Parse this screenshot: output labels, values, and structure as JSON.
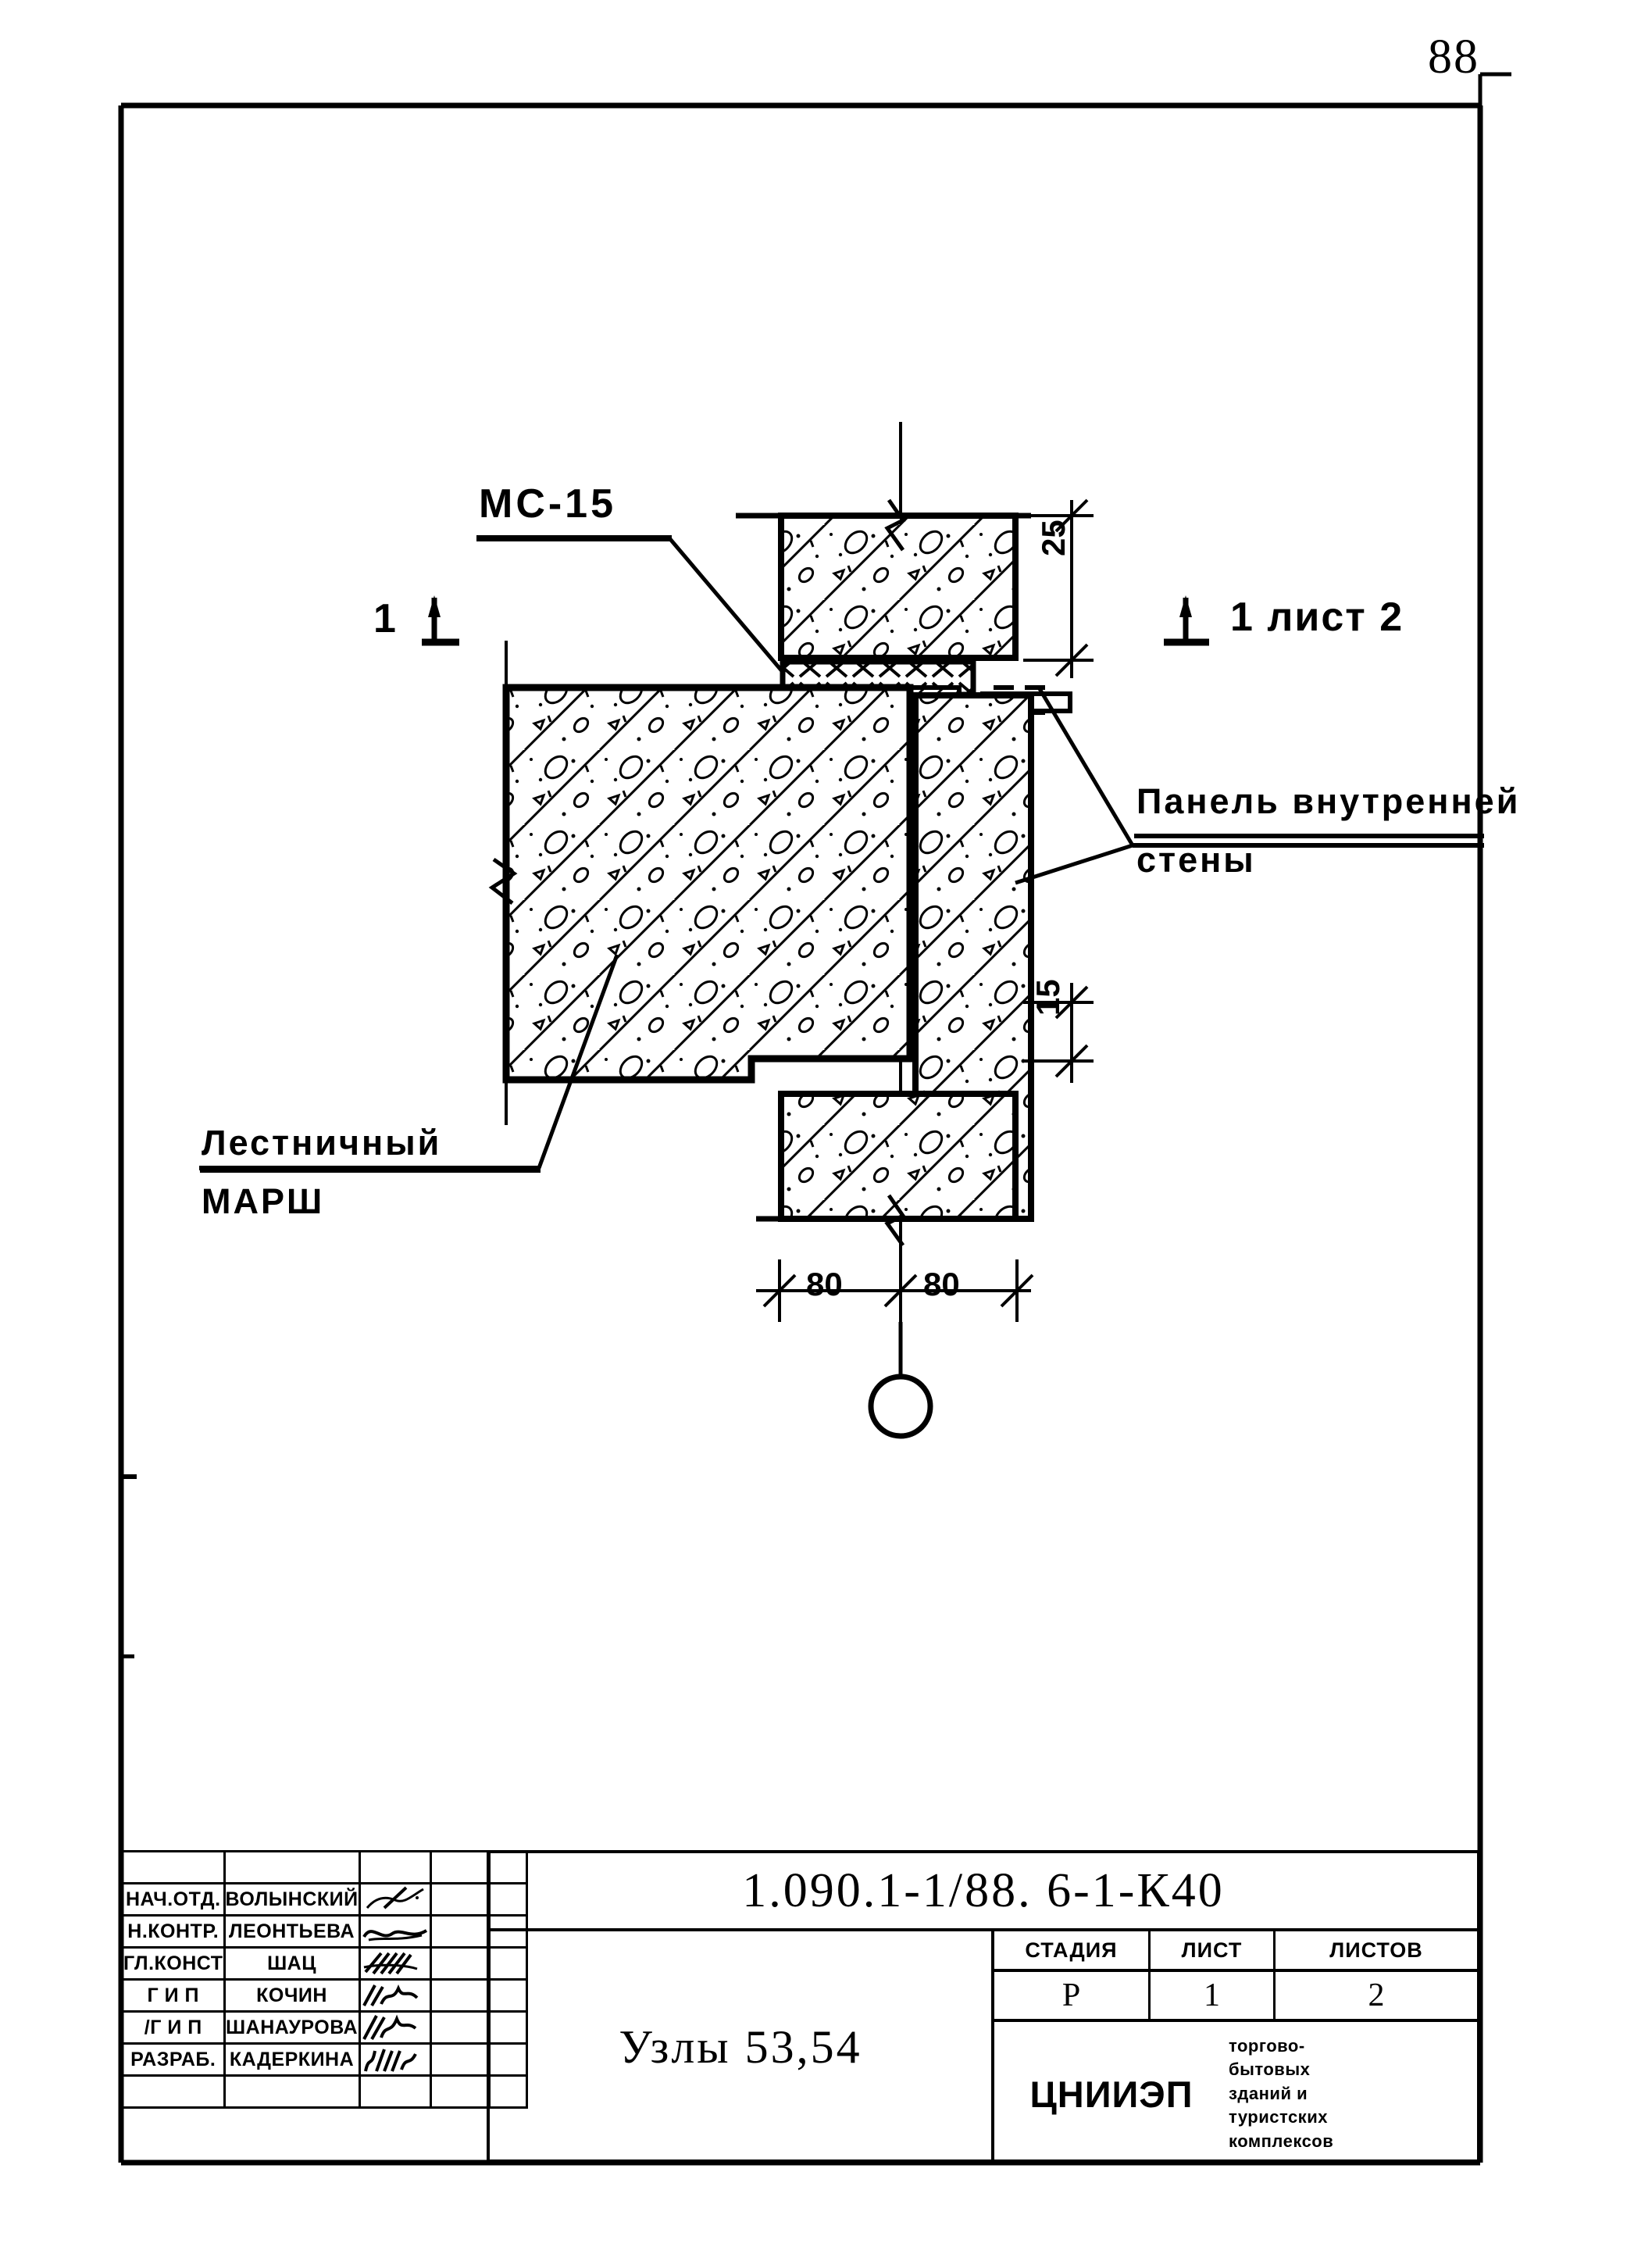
{
  "page": {
    "number": "88"
  },
  "drawing": {
    "labels": {
      "mc15": "МС-15",
      "panel_line1": "Панель внутренней",
      "panel_line2": "стены",
      "march_line1": "Лестничный",
      "march_line2": "МАРШ",
      "section_left": "1",
      "section_right": "1 лист 2"
    },
    "dimensions": {
      "top_right": "25",
      "bottom_right": "15",
      "bottom_left_span": "80",
      "bottom_right_span": "80"
    },
    "icons": {
      "section_arrow": "section-arrow-icon",
      "axis_circle": "axis-circle-icon",
      "break_line": "break-line-icon"
    }
  },
  "title_block": {
    "rows": [
      {
        "role": "НАЧ.ОТД.",
        "name": "ВОЛЫНСКИЙ",
        "signature": "signature-mark",
        "date": ""
      },
      {
        "role": "Н.КОНТР.",
        "name": "ЛЕОНТЬЕВА",
        "signature": "signature-mark",
        "date": ""
      },
      {
        "role": "ГЛ.КОНСТ",
        "name": "ШАЦ",
        "signature": "signature-mark",
        "date": ""
      },
      {
        "role": "Г И П",
        "name": "КОЧИН",
        "signature": "signature-mark",
        "date": ""
      },
      {
        "role": "/Г И П",
        "name": "ШАНАУРОВА",
        "signature": "signature-mark",
        "date": ""
      },
      {
        "role": "РАЗРАБ.",
        "name": "КАДЕРКИНА",
        "signature": "signature-mark",
        "date": ""
      }
    ],
    "document_code": "1.090.1-1/88. 6-1-К40",
    "sheet_title": "Узлы 53,54",
    "stage_headers": [
      "СТАДИЯ",
      "ЛИСТ",
      "ЛИСТОВ"
    ],
    "stage_values": [
      "Р",
      "1",
      "2"
    ],
    "organization": {
      "abbr": "ЦНИИЭП",
      "lines": [
        "торгово-",
        "бытовых",
        "зданий и",
        "туристских",
        "комплексов"
      ]
    }
  }
}
